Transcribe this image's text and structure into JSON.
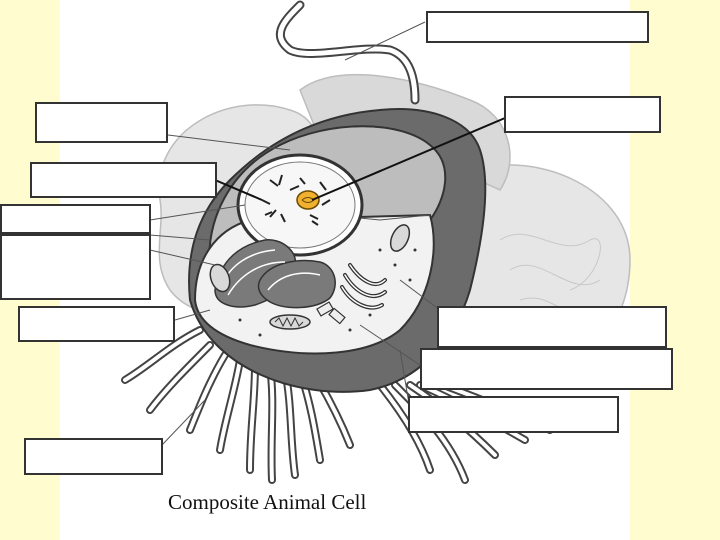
{
  "diagram": {
    "caption": "Composite Animal Cell",
    "colors": {
      "background": "#fffdd0",
      "panel": "#ffffff",
      "outline": "#333333",
      "nucleolus": "#f0b030"
    },
    "label_boxes": [
      {
        "id": "flagellum-label"
      },
      {
        "id": "nucleolus-label"
      },
      {
        "id": "nuclear-envelope-label"
      },
      {
        "id": "nucleus-label"
      },
      {
        "id": "nuclear-pore-label"
      },
      {
        "id": "rough-er-label"
      },
      {
        "id": "plasma-membrane-label"
      },
      {
        "id": "mitochondrion-label"
      },
      {
        "id": "golgi-label"
      },
      {
        "id": "cytoskeleton-label"
      },
      {
        "id": "cilia-label"
      }
    ]
  }
}
